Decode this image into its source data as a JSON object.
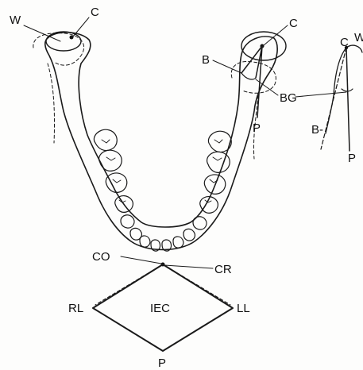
{
  "figure": {
    "labels": {
      "w_left": "W",
      "c_left": "C",
      "c_right": "C",
      "b_right": "B",
      "bg": "BG",
      "p_right": "P",
      "c_inset": "C",
      "w_inset": "W",
      "b_inset": "B-",
      "p_inset": "P",
      "co": "CO",
      "cr": "CR",
      "rl": "RL",
      "iec": "IEC",
      "ll": "LL",
      "p_bottom": "P"
    },
    "colors": {
      "ink": "#1a1a1a",
      "bone": "#d9d5c8",
      "tooth": "#ffffff"
    }
  }
}
